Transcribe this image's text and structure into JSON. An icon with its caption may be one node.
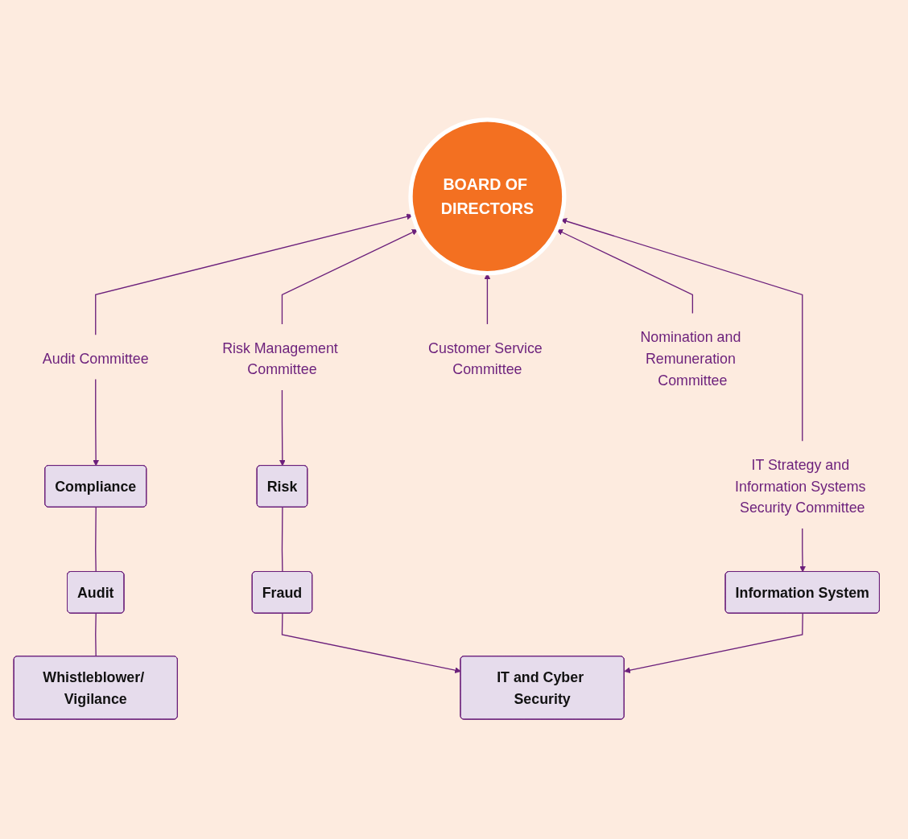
{
  "diagram": {
    "nodes": [
      {
        "text": [
          "BOARD OF DIRECTORS"
        ]
      },
      {
        "text": [
          "Audit Committee"
        ]
      },
      {
        "text": [
          "Risk Management Committee"
        ]
      },
      {
        "text": [
          "Customer Service Committee"
        ]
      },
      {
        "text": [
          "Nomination and Remuneration Committee"
        ]
      },
      {
        "text": [
          "IT Strategy and Information Systems Security Committee"
        ]
      },
      {
        "text": [
          "Compliance"
        ]
      },
      {
        "text": [
          "Risk"
        ]
      },
      {
        "text": [
          "Information System"
        ]
      },
      {
        "text": [
          "Audit"
        ]
      },
      {
        "text": [
          "Fraud"
        ]
      },
      {
        "text": [
          "Whistleblower/ Vigilance"
        ]
      },
      {
        "text": [
          "IT and Cyber Security"
        ]
      }
    ],
    "edges": [
      {
        "from": 1,
        "to": 0,
        "arrow": "to"
      },
      {
        "from": 2,
        "to": 0,
        "arrow": "to"
      },
      {
        "from": 3,
        "to": 0,
        "arrow": "to"
      },
      {
        "from": 4,
        "to": 0,
        "arrow": "to"
      },
      {
        "from": 5,
        "to": 0,
        "arrow": "to"
      },
      {
        "from": 1,
        "to": 6,
        "arrow": "to"
      },
      {
        "from": 2,
        "to": 7,
        "arrow": "to"
      },
      {
        "from": 5,
        "to": 8,
        "arrow": "to"
      },
      {
        "from": 6,
        "to": 9,
        "arrow": "none"
      },
      {
        "from": 9,
        "to": 11,
        "arrow": "none"
      },
      {
        "from": 7,
        "to": 10,
        "arrow": "none"
      },
      {
        "from": 10,
        "to": 12,
        "arrow": "to"
      },
      {
        "from": 8,
        "to": 12,
        "arrow": "to"
      }
    ]
  }
}
